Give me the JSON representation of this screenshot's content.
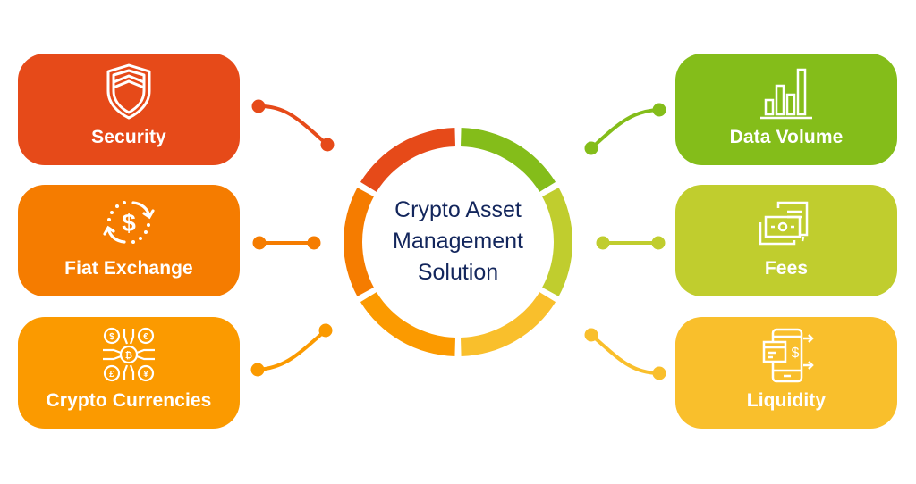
{
  "center": {
    "title_lines": [
      "Crypto Asset",
      "Management",
      "Solution"
    ]
  },
  "colors": {
    "security": "#e64a19",
    "fiat_exchange": "#f57c00",
    "crypto_currencies": "#fb9a00",
    "data_volume": "#84bd1a",
    "fees": "#c0cd2e",
    "liquidity": "#f9bf2c",
    "center_text": "#13265c"
  },
  "left_items": [
    {
      "label": "Security",
      "icon": "shield-icon"
    },
    {
      "label": "Fiat Exchange",
      "icon": "currency-exchange-icon"
    },
    {
      "label": "Crypto Currencies",
      "icon": "crypto-network-icon"
    }
  ],
  "right_items": [
    {
      "label": "Data Volume",
      "icon": "bar-chart-icon"
    },
    {
      "label": "Fees",
      "icon": "banknotes-icon"
    },
    {
      "label": "Liquidity",
      "icon": "mobile-payment-icon"
    }
  ],
  "ring_segments": [
    {
      "name": "security",
      "color": "#e64a19"
    },
    {
      "name": "data-volume",
      "color": "#84bd1a"
    },
    {
      "name": "fees",
      "color": "#c0cd2e"
    },
    {
      "name": "liquidity",
      "color": "#f9bf2c"
    },
    {
      "name": "crypto-currencies",
      "color": "#fb9a00"
    },
    {
      "name": "fiat-exchange",
      "color": "#f57c00"
    }
  ]
}
